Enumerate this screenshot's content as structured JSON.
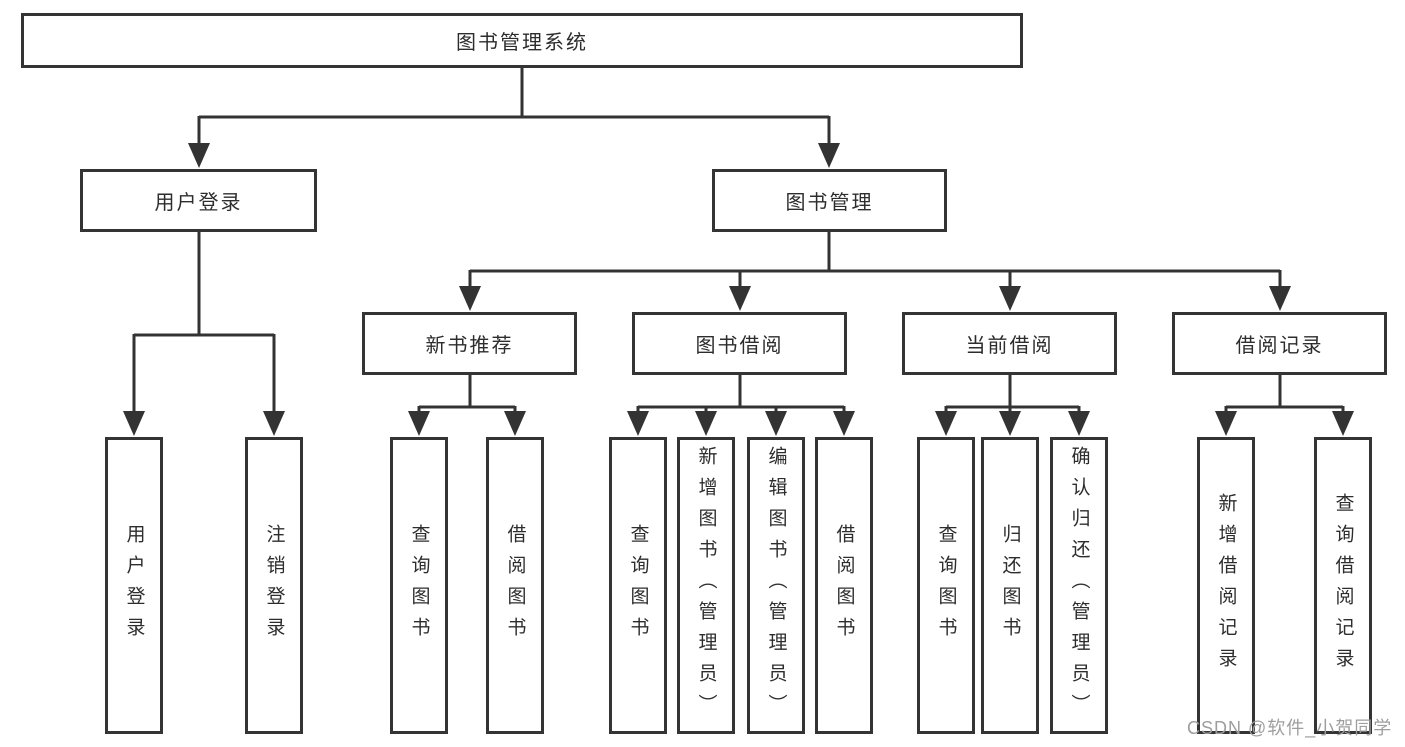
{
  "title": "图书管理系统",
  "level2": {
    "user_login": "用户登录",
    "book_mgmt": "图书管理"
  },
  "level3": {
    "new_books": "新书推荐",
    "book_borrow": "图书借阅",
    "current_borrow": "当前借阅",
    "borrow_records": "借阅记录"
  },
  "leaves": {
    "user_login": [
      "用户登录",
      "注销登录"
    ],
    "new_books": [
      "查询图书",
      "借阅图书"
    ],
    "book_borrow": [
      "查询图书",
      "新增图书（管理员）",
      "编辑图书（管理员）",
      "借阅图书"
    ],
    "current_borrow": [
      "查询图书",
      "归还图书",
      "确认归还（管理员）"
    ],
    "borrow_records": [
      "新增借阅记录",
      "查询借阅记录"
    ]
  },
  "watermark": "CSDN @软件_小贺同学",
  "colors": {
    "line": "#333333",
    "border": "#343434",
    "text": "#2d2d2d",
    "background": "#ffffff",
    "watermark": "#9e9e9e"
  }
}
